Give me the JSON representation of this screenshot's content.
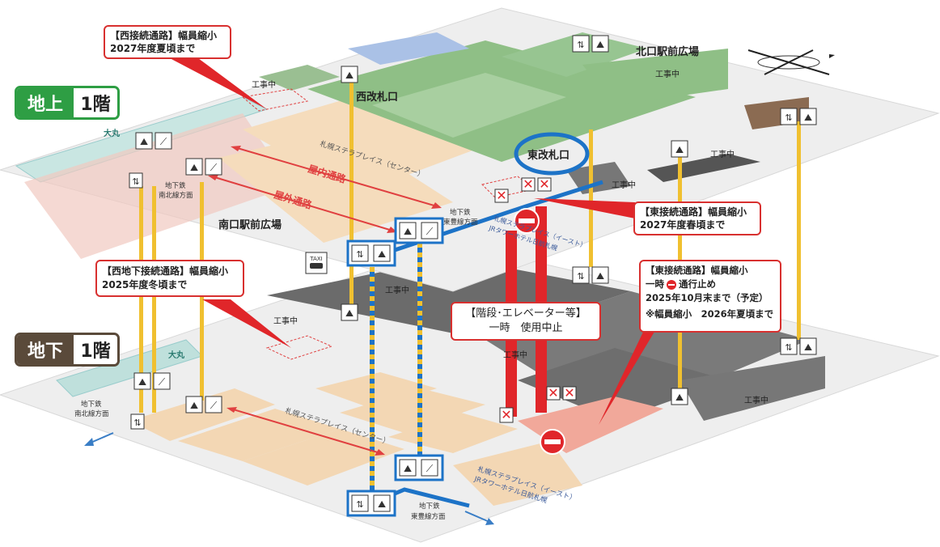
{
  "floors": {
    "ground": {
      "word": "地上",
      "floor": "1階"
    },
    "basement": {
      "word": "地下",
      "floor": "1階"
    }
  },
  "places": {
    "west_gate": "西改札口",
    "east_gate": "東改札口",
    "north_plaza": "北口駅前広場",
    "south_plaza": "南口駅前広場",
    "daimaru": "大丸",
    "stellar_center": "札幌ステラプレイス（センター）",
    "stellar_east_1": "札幌ステラプレイス（イースト）",
    "stellar_east_2": "JRタワーホテル日航札幌",
    "indoor_passage": "屋内通路",
    "outdoor_passage": "屋外通路",
    "subway_namboku_1": "地下鉄",
    "subway_namboku_2": "南北線方面",
    "subway_toho_1": "地下鉄",
    "subway_toho_2": "東豊線方面",
    "taxi": "TAXI",
    "construction": "工事中"
  },
  "callouts": {
    "west_connect": {
      "line1": "【西接続通路】幅員縮小",
      "line2": "2027年度夏頃まで"
    },
    "east_connect": {
      "line1": "【東接続通路】幅員縮小",
      "line2": "2027年度春頃まで"
    },
    "west_underground": {
      "line1": "【西地下接続通路】幅員縮小",
      "line2": "2025年度冬頃まで"
    },
    "stairs": {
      "line1": "【階段･エレベーター等】",
      "line2": "一時　使用中止"
    },
    "east_underground": {
      "line1": "【東接続通路】幅員縮小",
      "line2a": "一時",
      "line2b": "通行止め",
      "line3": "2025年10月末まで（予定）",
      "line4": "※幅員縮小　2026年夏頃まで"
    }
  },
  "icons": [
    "elevator-icon",
    "stairs-icon",
    "escalator-icon",
    "no-entry-icon",
    "taxi-icon",
    "compass-icon"
  ],
  "colors": {
    "ground_floor_badge": "#2e9e44",
    "basement_badge": "#5a4a3a",
    "route_blue": "#1d73c7",
    "closure_red": "#e0262a",
    "pillar_yellow": "#f0c030",
    "callout_border": "#d8302f"
  }
}
